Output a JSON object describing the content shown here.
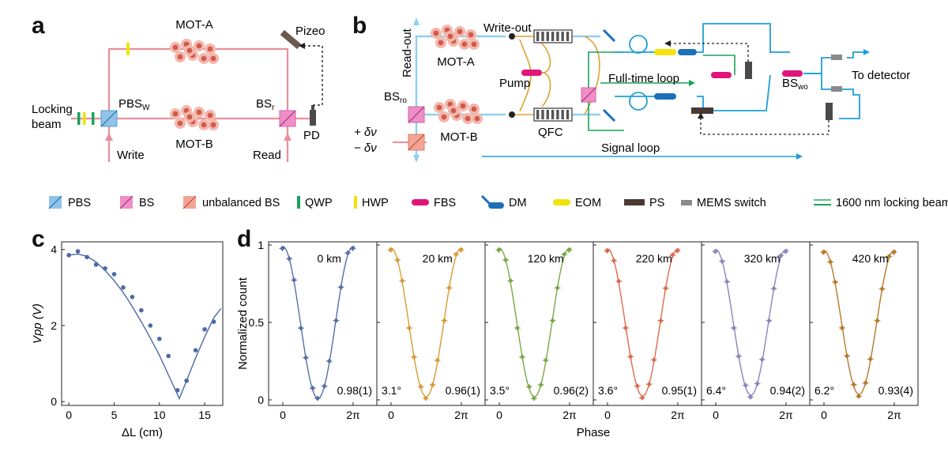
{
  "panels": {
    "a": "a",
    "b": "b",
    "c": "c",
    "d": "d"
  },
  "panel_a": {
    "mot_a": "MOT-A",
    "mot_b": "MOT-B",
    "pizeo": "Pizeo",
    "pbs_main": "PBS",
    "pbs_sub": "W",
    "bs_main": "BS",
    "bs_sub": "r",
    "pd": "PD",
    "locking_1": "Locking",
    "locking_2": "beam",
    "write": "Write",
    "read": "Read"
  },
  "panel_b": {
    "read_out": "Read-out",
    "write_out": "Write-out",
    "mot_a": "MOT-A",
    "mot_b": "MOT-B",
    "pump": "Pump",
    "qfc": "QFC",
    "bsro_main": "BS",
    "bsro_sub": "ro",
    "plus_dnu": "+ δν",
    "minus_dnu": "− δν",
    "full_time_loop": "Full-time loop",
    "signal_loop": "Signal loop",
    "bswo_main": "BS",
    "bswo_sub": "wo",
    "to_detector": "To detector"
  },
  "legend": [
    {
      "label": "PBS",
      "symbol": "pbs"
    },
    {
      "label": "BS",
      "symbol": "bs"
    },
    {
      "label": "unbalanced BS",
      "symbol": "ubs"
    },
    {
      "label": "QWP",
      "symbol": "qwp"
    },
    {
      "label": "HWP",
      "symbol": "hwp"
    },
    {
      "label": "FBS",
      "symbol": "fbs"
    },
    {
      "label": "DM",
      "symbol": "dm"
    },
    {
      "label": "EOM",
      "symbol": "eom"
    },
    {
      "label": "PS",
      "symbol": "ps"
    },
    {
      "label": "MEMS switch",
      "symbol": "mems"
    },
    {
      "label": "1600 nm locking beam",
      "symbol": "lock"
    }
  ],
  "colors": {
    "red_beam": "#e8909a",
    "blue_beam": "#8fd0f0",
    "fiber_blue": "#1e9fd8",
    "green": "#1aa35a",
    "magenta": "#e0147a",
    "yellow": "#f2e20a",
    "dm_blue": "#1d6fb8",
    "ps_dark": "#4a3a33",
    "mems_gray": "#8a8a8a",
    "orange_fiber": "#e0a030",
    "mot_atom": "#d25a4a"
  },
  "chart_data": [
    {
      "type": "scatter",
      "id": "c",
      "xlabel": "ΔL (cm)",
      "ylabel": "Vpp (V)",
      "xlim": [
        -0.8,
        17
      ],
      "ylim": [
        -0.1,
        4.2
      ],
      "xticks": [
        0,
        5,
        10,
        15
      ],
      "yticks": [
        0,
        2,
        4
      ],
      "points": {
        "x": [
          0,
          1,
          2,
          3,
          4,
          5,
          6,
          7,
          8,
          9,
          10,
          11,
          12,
          13,
          14,
          15,
          16
        ],
        "y": [
          3.85,
          3.95,
          3.8,
          3.6,
          3.5,
          3.35,
          3.0,
          2.75,
          2.4,
          2.0,
          1.65,
          1.2,
          0.3,
          0.55,
          1.35,
          1.9,
          2.1
        ]
      },
      "fit": {
        "x": [
          0,
          1,
          2,
          3,
          4,
          5,
          6,
          7,
          8,
          9,
          10,
          11,
          12.2,
          13,
          14,
          15,
          16,
          16.8
        ],
        "y": [
          3.85,
          3.88,
          3.82,
          3.67,
          3.45,
          3.18,
          2.87,
          2.5,
          2.1,
          1.67,
          1.22,
          0.7,
          0.08,
          0.55,
          1.15,
          1.7,
          2.2,
          2.45
        ]
      },
      "color": "#4a6aa5"
    },
    {
      "type": "line",
      "id": "d",
      "xlabel": "Phase",
      "ylabel": "Normalized count",
      "ylim": [
        0,
        1
      ],
      "yticks": [
        "0",
        "0.5",
        "1"
      ],
      "xticks": [
        "0",
        "2π"
      ],
      "series": [
        {
          "name": "0 km",
          "visibility": "0.98(1)",
          "phase_shift": "",
          "color": "#5470a8"
        },
        {
          "name": "20 km",
          "visibility": "0.96(1)",
          "phase_shift": "3.1°",
          "color": "#d99a35"
        },
        {
          "name": "120 km",
          "visibility": "0.96(2)",
          "phase_shift": "3.5°",
          "color": "#7aa848"
        },
        {
          "name": "220 km",
          "visibility": "0.95(1)",
          "phase_shift": "3.6°",
          "color": "#dd6a4e"
        },
        {
          "name": "320 km",
          "visibility": "0.94(2)",
          "phase_shift": "6.4°",
          "color": "#8c84be"
        },
        {
          "name": "420 km",
          "visibility": "0.93(4)",
          "phase_shift": "6.2°",
          "color": "#b8792a"
        }
      ]
    }
  ]
}
